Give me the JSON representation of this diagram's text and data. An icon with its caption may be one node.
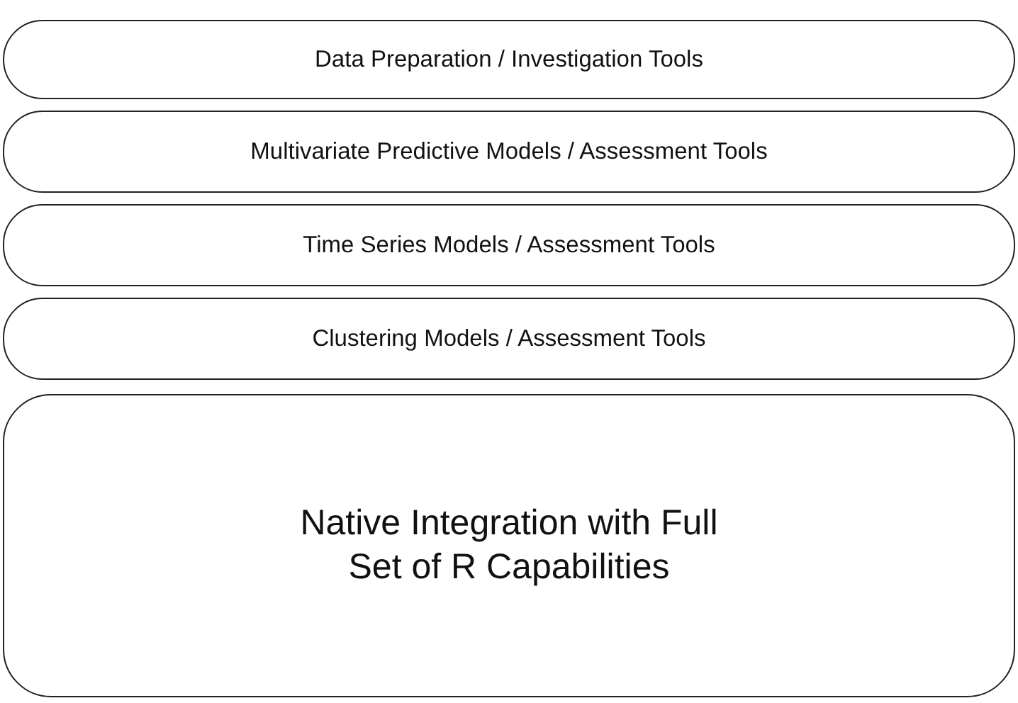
{
  "diagram": {
    "nodes": [
      {
        "text": [
          "Data Preparation / Investigation Tools"
        ]
      },
      {
        "text": [
          "Multivariate Predictive Models / Assessment Tools"
        ]
      },
      {
        "text": [
          "Time Series Models / Assessment Tools"
        ]
      },
      {
        "text": [
          "Clustering Models / Assessment Tools"
        ]
      },
      {
        "text": [
          "Native Integration with Full Set of R Capabilities"
        ]
      }
    ]
  }
}
